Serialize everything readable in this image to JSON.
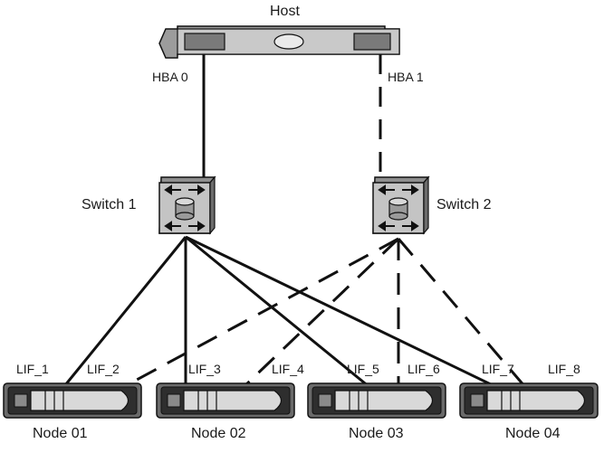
{
  "host": {
    "label": "Host"
  },
  "hbas": [
    {
      "label": "HBA 0",
      "link": "solid"
    },
    {
      "label": "HBA 1",
      "link": "dashed"
    }
  ],
  "switches": [
    {
      "label": "Switch 1",
      "fabric": "solid"
    },
    {
      "label": "Switch 2",
      "fabric": "dashed"
    }
  ],
  "lifs": [
    "LIF_1",
    "LIF_2",
    "LIF_3",
    "LIF_4",
    "LIF_5",
    "LIF_6",
    "LIF_7",
    "LIF_8"
  ],
  "nodes": [
    {
      "label": "Node 01"
    },
    {
      "label": "Node 02"
    },
    {
      "label": "Node 03"
    },
    {
      "label": "Node 04"
    }
  ],
  "colors": {
    "line": "#111111",
    "device_body": "#b9b9b9",
    "device_dark": "#3a3a3a",
    "device_light": "#e6e6e6"
  }
}
